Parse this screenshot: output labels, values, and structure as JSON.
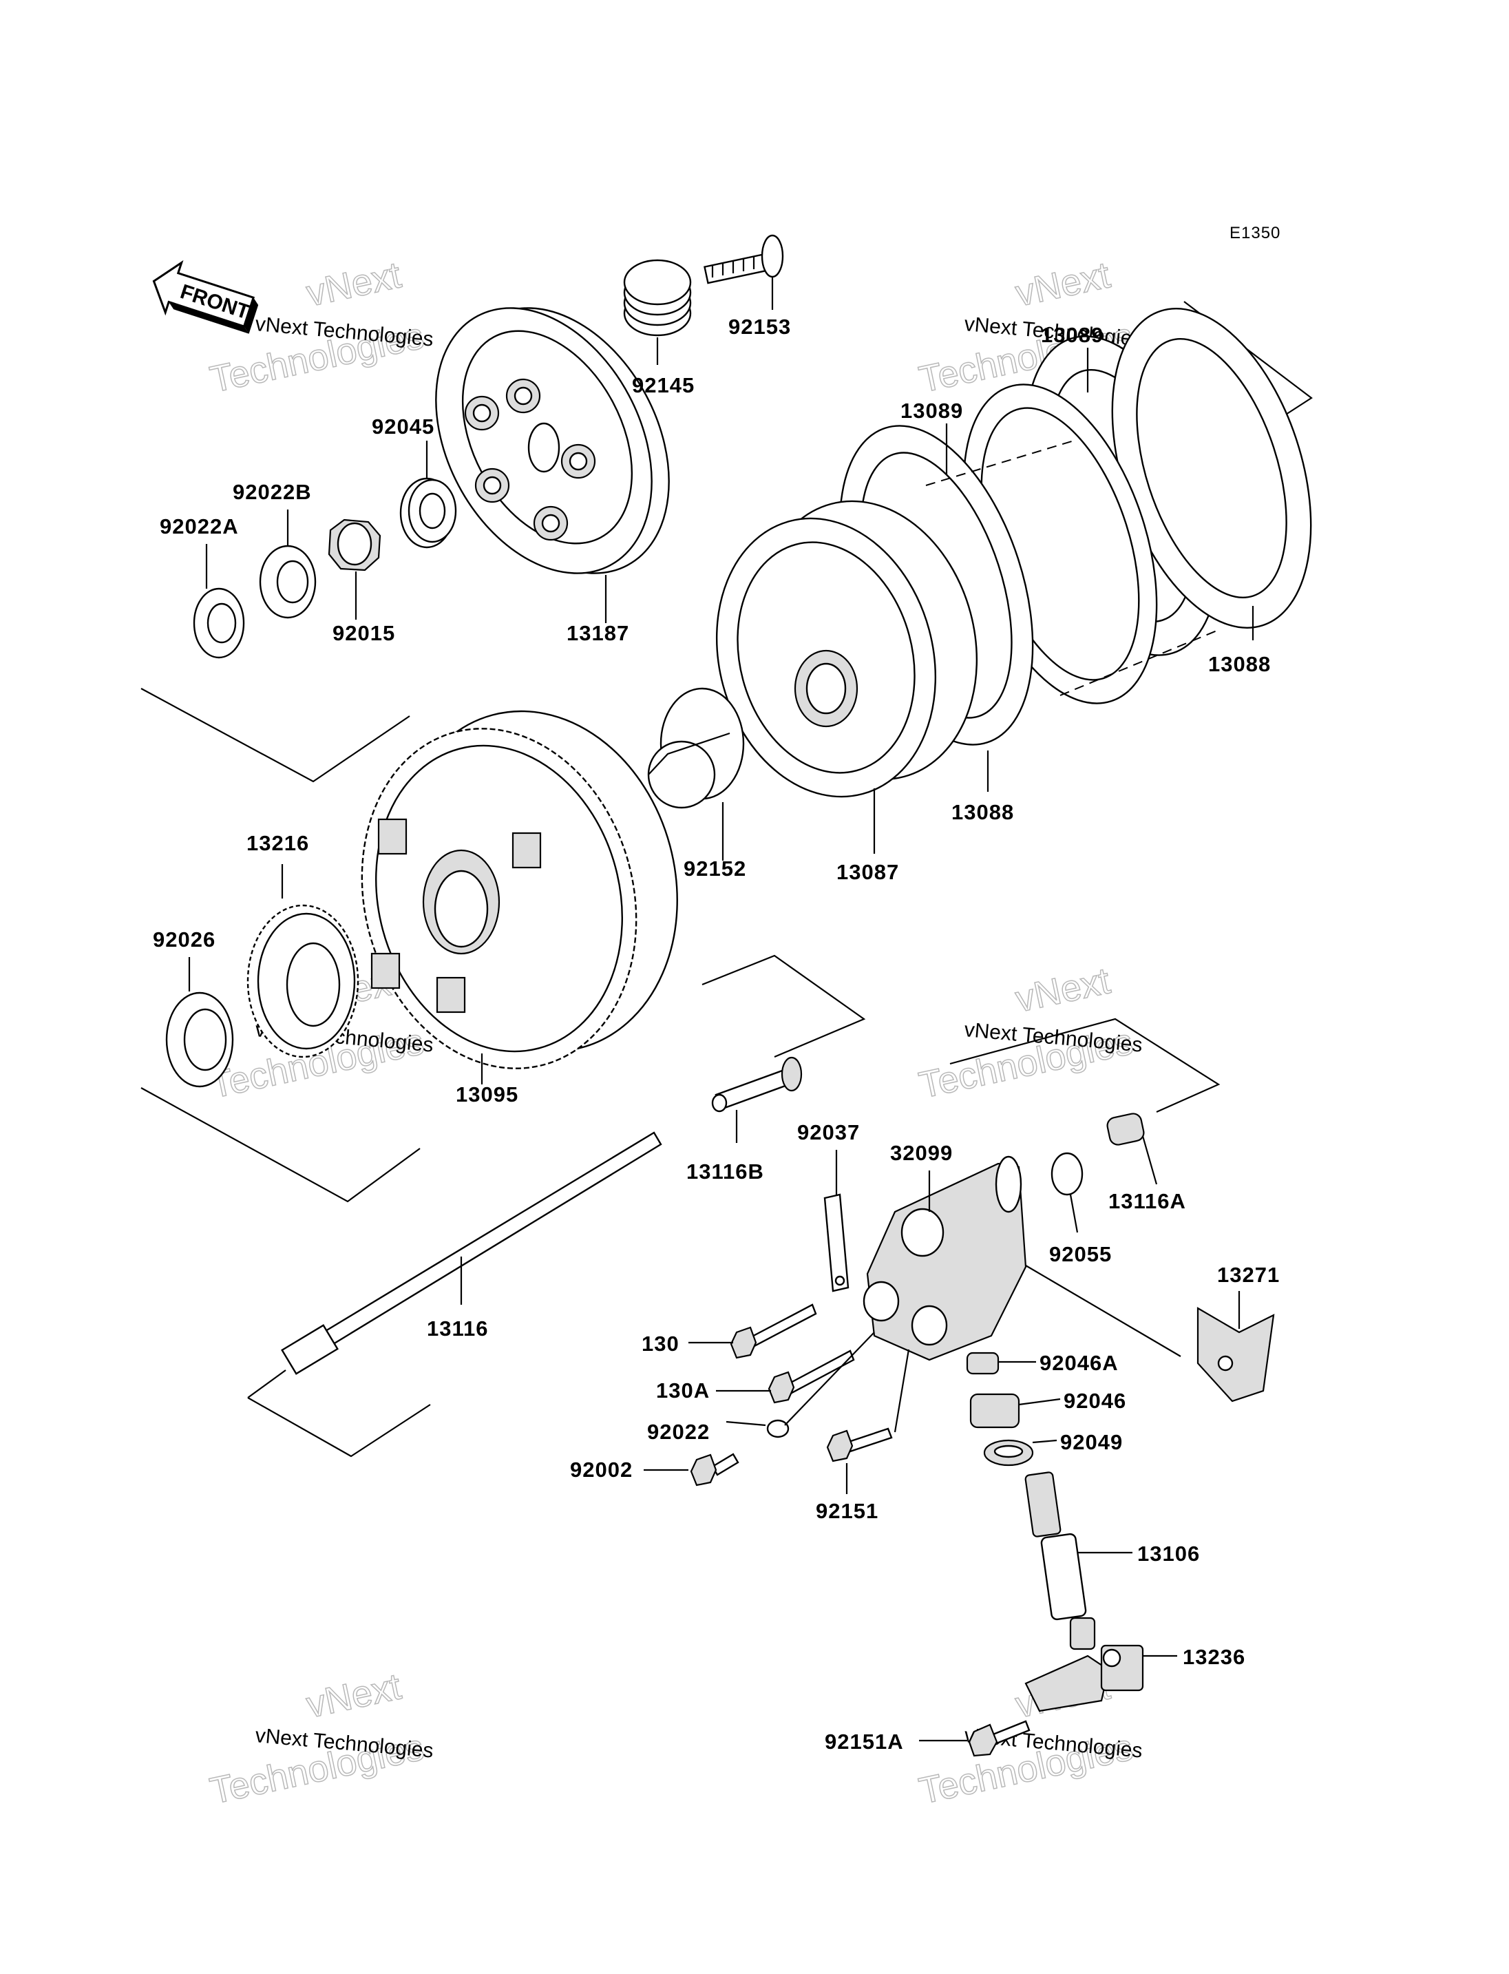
{
  "diagram_code": "E1350",
  "front_marker": "FRONT",
  "watermark": {
    "line1": "vNext Technologies",
    "line2": "vNext",
    "line3": "Technologies"
  },
  "parts": [
    {
      "id": "92153",
      "label": "92153"
    },
    {
      "id": "92145",
      "label": "92145"
    },
    {
      "id": "92045",
      "label": "92045"
    },
    {
      "id": "92022B",
      "label": "92022B"
    },
    {
      "id": "92022A",
      "label": "92022A"
    },
    {
      "id": "92015",
      "label": "92015"
    },
    {
      "id": "13187",
      "label": "13187"
    },
    {
      "id": "13089a",
      "label": "13089"
    },
    {
      "id": "13089b",
      "label": "13089"
    },
    {
      "id": "13088a",
      "label": "13088"
    },
    {
      "id": "13088b",
      "label": "13088"
    },
    {
      "id": "13087",
      "label": "13087"
    },
    {
      "id": "92152",
      "label": "92152"
    },
    {
      "id": "13216",
      "label": "13216"
    },
    {
      "id": "92026",
      "label": "92026"
    },
    {
      "id": "13095",
      "label": "13095"
    },
    {
      "id": "13116B",
      "label": "13116B"
    },
    {
      "id": "92037",
      "label": "92037"
    },
    {
      "id": "32099",
      "label": "32099"
    },
    {
      "id": "13116A",
      "label": "13116A"
    },
    {
      "id": "92055",
      "label": "92055"
    },
    {
      "id": "13271",
      "label": "13271"
    },
    {
      "id": "13116",
      "label": "13116"
    },
    {
      "id": "130",
      "label": "130"
    },
    {
      "id": "130A",
      "label": "130A"
    },
    {
      "id": "92046A",
      "label": "92046A"
    },
    {
      "id": "92046",
      "label": "92046"
    },
    {
      "id": "92022",
      "label": "92022"
    },
    {
      "id": "92049",
      "label": "92049"
    },
    {
      "id": "92002",
      "label": "92002"
    },
    {
      "id": "92151",
      "label": "92151"
    },
    {
      "id": "13106",
      "label": "13106"
    },
    {
      "id": "13236",
      "label": "13236"
    },
    {
      "id": "92151A",
      "label": "92151A"
    }
  ]
}
